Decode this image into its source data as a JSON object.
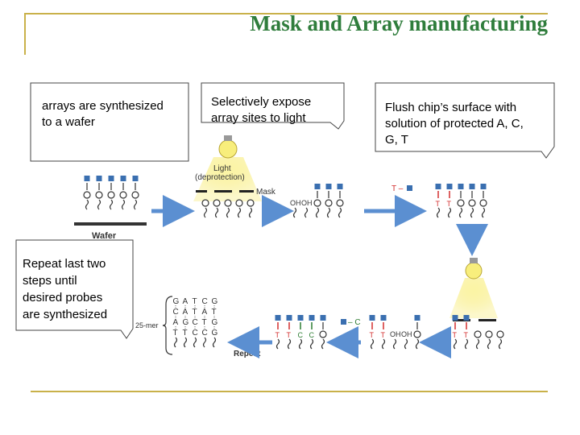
{
  "title": "Mask and Array manufacturing",
  "callouts": [
    {
      "lines": [
        "arrays are synthesized",
        "to a wafer"
      ]
    },
    {
      "lines": [
        "Selectively expose",
        "array sites to light"
      ]
    },
    {
      "lines": [
        "Flush chip’s surface with",
        "solution of protected A, C,",
        "G, T"
      ]
    },
    {
      "lines": [
        "Repeat last two",
        "steps until",
        "desired probes",
        "are synthesized"
      ]
    }
  ],
  "labels": {
    "wafer": "Wafer",
    "light": "Light",
    "deprotection": "(deprotection)",
    "mask": "Mask",
    "reagent_t": "T –",
    "reagent_c": "– C",
    "repeat": "Repeat",
    "mer": "25-mer",
    "oh": "OH"
  },
  "final_probes": {
    "rows": [
      [
        "G",
        "A",
        "T",
        "C",
        "G"
      ],
      [
        "C",
        "A",
        "T",
        "A",
        "T"
      ],
      [
        "A",
        "G",
        "C",
        "T",
        "G"
      ],
      [
        "T",
        "T",
        "C",
        "C",
        "G"
      ]
    ]
  },
  "colors": {
    "title": "#2f7d3c",
    "frame": "#c9b14a",
    "protect_group": "#3a6fb0",
    "arrow": "#5b8fd1",
    "base_red": "#d32f2f",
    "base_green": "#2e7d32",
    "light_glow": "#f6e96a"
  }
}
